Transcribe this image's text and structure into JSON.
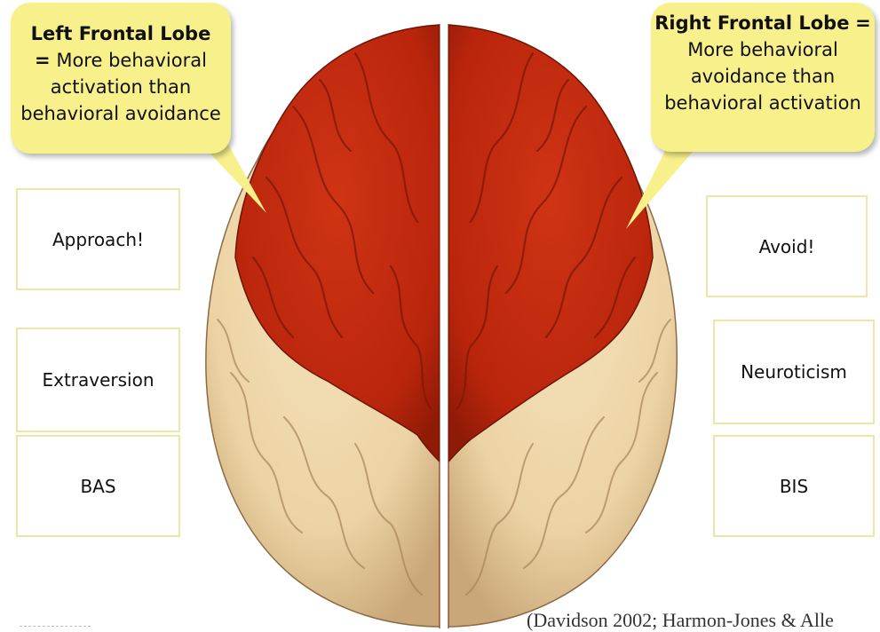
{
  "callouts": {
    "left": {
      "title": "Left Frontal Lobe",
      "eq": "=",
      "body": "More behavioral activation than behavioral avoidance"
    },
    "right": {
      "title": "Right Frontal Lobe",
      "eq": "=",
      "body": "More behavioral avoidance than behavioral activation"
    }
  },
  "boxes": {
    "approach": "Approach!",
    "extraversion": "Extraversion",
    "bas": "BAS",
    "avoid": "Avoid!",
    "neuroticism": "Neuroticism",
    "bis": "BIS"
  },
  "citation": "(Davidson 2002; Harmon-Jones & Alle",
  "colors": {
    "frontal_lobe": "#c0280e",
    "brain_tissue": "#ecd3a3",
    "callout_fill": "#f8f08a",
    "box_border": "#f2e3a7"
  }
}
